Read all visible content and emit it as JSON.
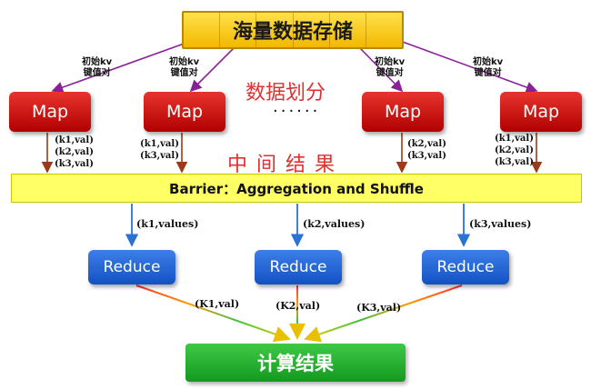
{
  "storage": {
    "label": "海量数据存储"
  },
  "init_label": [
    "初始kv",
    "键值对"
  ],
  "split_label": "数据划分",
  "ellipsis": "······",
  "map_label": "Map",
  "map_outputs": [
    [
      "(k1,val)",
      "(k2,val)",
      "(k3,val)"
    ],
    [
      "(k1,val)",
      "(k3,val)"
    ],
    [
      "(k2,val)",
      "(k3,val)"
    ],
    [
      "(k1,val)",
      "(k2,val)",
      "(k3,val)"
    ]
  ],
  "intermediate_label": "中间结果",
  "barrier": {
    "label": "Barrier：Aggregation and Shuffle"
  },
  "shuffle_outputs": [
    "(k1,values)",
    "(k2,values)",
    "(k3,values)"
  ],
  "reduce_label": "Reduce",
  "reduce_outputs": [
    "(K1,val)",
    "(K2,val)",
    "(K3,val)"
  ],
  "result": {
    "label": "计算结果"
  },
  "colors": {
    "map": "#d01414",
    "reduce": "#2a6ad8",
    "barrier": "#ffff66",
    "storage": "#f7c600",
    "result": "#22b030",
    "arrow_init": "#8a1f9a",
    "arrow_map": "#9b3a1a",
    "arrow_shuffle": "#2b72d6"
  }
}
